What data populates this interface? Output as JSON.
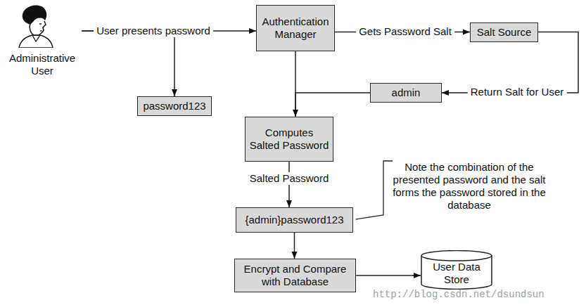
{
  "diagram": {
    "nodes": [
      {
        "text": [
          "Administrative User"
        ]
      },
      {
        "text": [
          "Authentication Manager"
        ]
      },
      {
        "text": [
          "Salt Source"
        ]
      },
      {
        "text": [
          "admin"
        ]
      },
      {
        "text": [
          "password123"
        ]
      },
      {
        "text": [
          "Computes Salted Password"
        ]
      },
      {
        "text": [
          "{admin}password123"
        ]
      },
      {
        "text": [
          "Encrypt and Compare with Database"
        ]
      },
      {
        "text": [
          "User Data Store"
        ]
      }
    ],
    "edges": [
      {
        "from": 0,
        "to": 1,
        "label": "User presents password",
        "arrow": "to"
      },
      {
        "from": 0,
        "to": 4,
        "arrow": "to"
      },
      {
        "from": 1,
        "to": 2,
        "label": "Gets Password Salt",
        "arrow": "to"
      },
      {
        "from": 2,
        "to": 3,
        "label": "Return Salt for User",
        "arrow": "to"
      },
      {
        "from": 3,
        "to": 5,
        "arrow": "to"
      },
      {
        "from": 1,
        "to": 5,
        "arrow": "to"
      },
      {
        "from": 5,
        "to": 6,
        "label": "Salted Password",
        "arrow": "to"
      },
      {
        "from": 6,
        "to": 7,
        "arrow": "to"
      },
      {
        "from": 7,
        "to": 8,
        "arrow": "to"
      }
    ],
    "labels": [
      "Note the combination of the presented password and the salt forms the password stored in the database",
      "http://blog.csdn.net/dsundsun"
    ]
  }
}
